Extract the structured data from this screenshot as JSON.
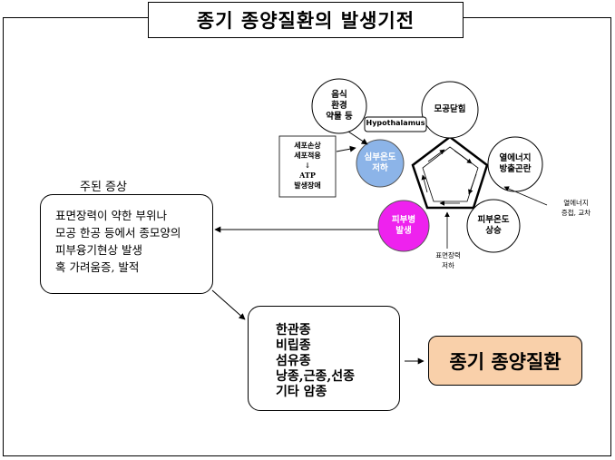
{
  "title": "종기 종양질환의 발생기전",
  "symptoms_heading": "주된 증상",
  "symptoms": [
    "표면장력이 약한 부위나",
    "모공 한공 등에서 종모양의",
    "피부융기현상 발생",
    "혹 가려움증, 발적"
  ],
  "tumor_types": [
    "한관종",
    "비립종",
    "섬유종",
    "낭종,근종,선종",
    "기타 암종"
  ],
  "result": "종기 종양질환",
  "factors": {
    "diet": [
      "음식",
      "환경",
      "약물 등"
    ],
    "cell": [
      "세포손상",
      "세포적응",
      "↓",
      "ATP",
      "발생장애"
    ],
    "hypothalamus": "Hypothalamus"
  },
  "cycle": {
    "core_temp": [
      "심부온도",
      "저하"
    ],
    "pore": "모공닫힘",
    "heat": [
      "열에너지",
      "방출곤란"
    ],
    "skin_temp": [
      "피부온도",
      "상승"
    ],
    "skin_disease": [
      "피부병",
      "발생"
    ]
  },
  "notes": {
    "heat_exchange": [
      "열에너지",
      "증첩, 교차"
    ],
    "surface_tension": [
      "표면장력",
      "저하"
    ]
  },
  "colors": {
    "core_temp_fill": "#8cb4e8",
    "skin_disease_fill": "#ee22ee",
    "result_fill": "#f9d0aa"
  }
}
